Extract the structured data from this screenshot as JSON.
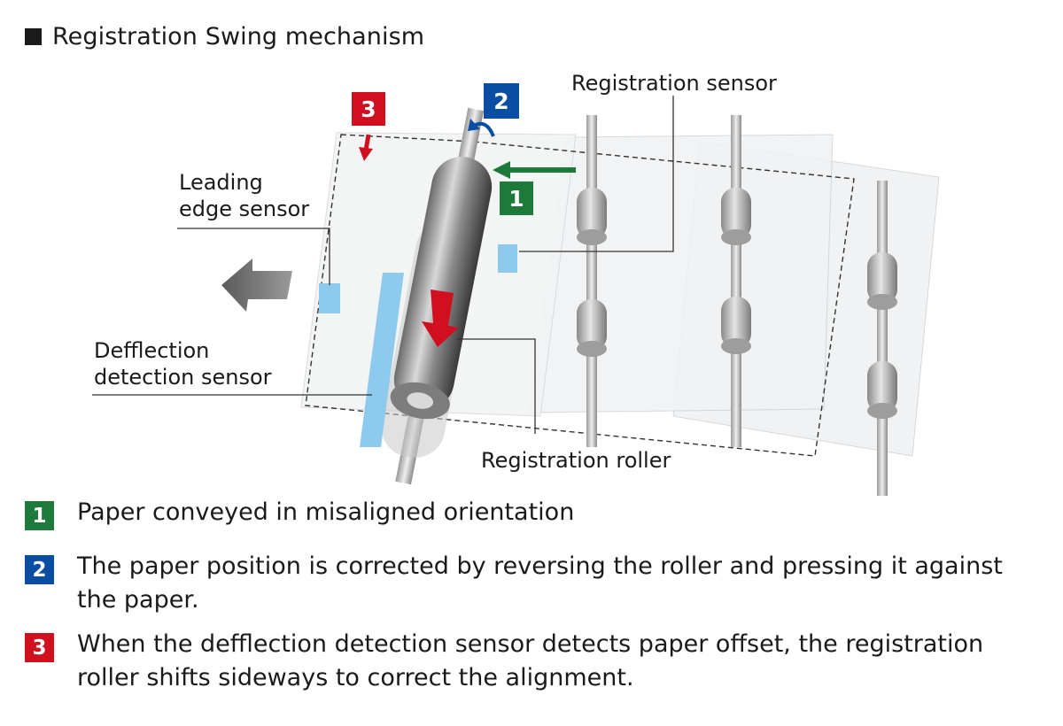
{
  "title": "Registration Swing mechanism",
  "labels": {
    "registration_sensor": "Registration sensor",
    "leading_edge_line1": "Leading",
    "leading_edge_line2": "edge sensor",
    "deflection_line1": "Defflection",
    "deflection_line2": "detection sensor",
    "registration_roller": "Registration roller"
  },
  "badges": {
    "one": "1",
    "two": "2",
    "three": "3"
  },
  "colors": {
    "step1": "#1e7a3a",
    "step2": "#0a4ea3",
    "step3": "#d0101e",
    "sensor": "#8ec9ee"
  },
  "legend": [
    {
      "num": "1",
      "text": "Paper conveyed in misaligned orientation"
    },
    {
      "num": "2",
      "text": "The paper position is corrected by reversing the roller and pressing it against the paper."
    },
    {
      "num": "3",
      "text": "When the defflection detection sensor detects paper offset, the registration roller shifts sideways to correct the alignment."
    }
  ]
}
